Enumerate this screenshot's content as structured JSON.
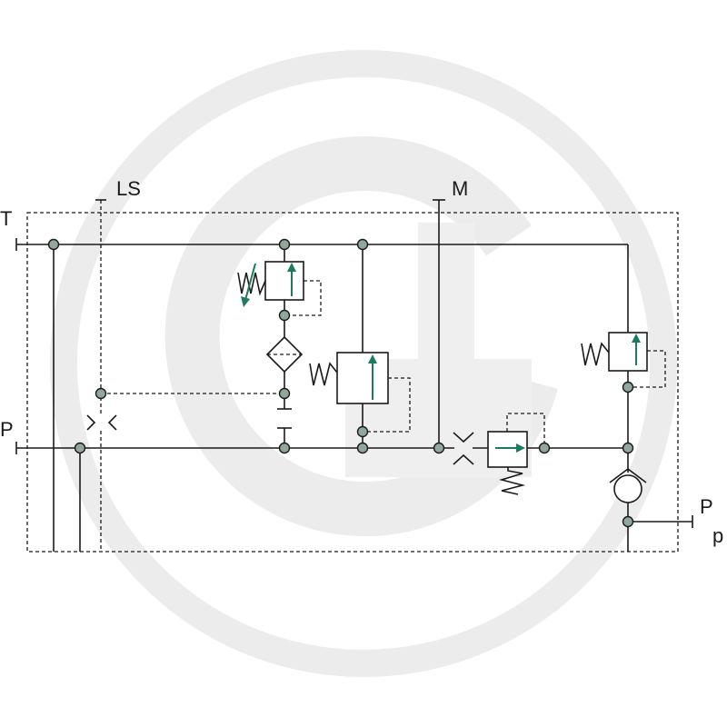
{
  "diagram": {
    "ports": {
      "T": "T",
      "LS": "LS",
      "M": "M",
      "P": "P",
      "Pp_main": "P",
      "Pp_sub": "p"
    }
  }
}
